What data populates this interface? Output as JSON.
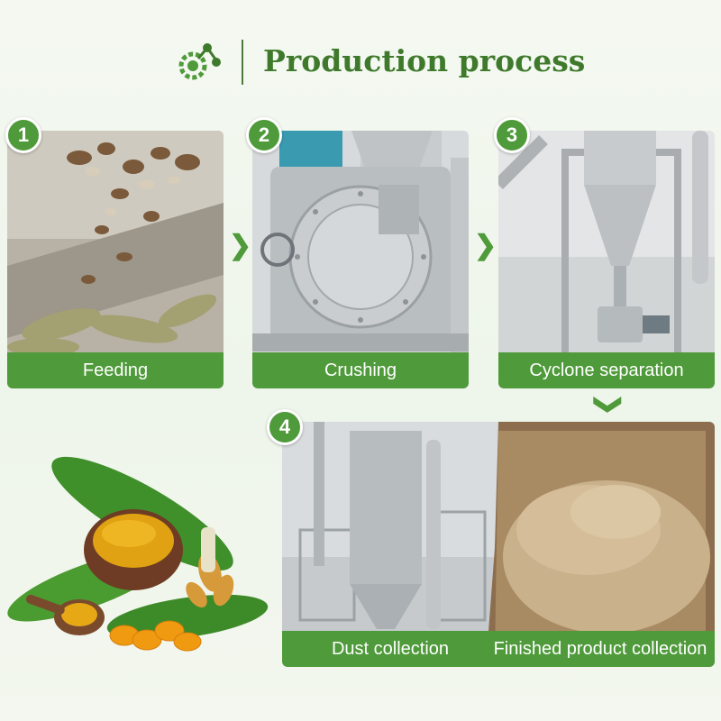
{
  "header": {
    "title": "Production process",
    "icon": "gear-network-icon"
  },
  "steps": [
    {
      "number": "1",
      "label": "Feeding"
    },
    {
      "number": "2",
      "label": "Crushing"
    },
    {
      "number": "3",
      "label": "Cyclone separation"
    },
    {
      "number": "4",
      "labels": [
        "Dust collection",
        "Finished product collection"
      ]
    }
  ],
  "arrows": {
    "icon": "chevron-icon",
    "glyph": "❯"
  },
  "colors": {
    "brand_green": "#4f9a3a",
    "title_green": "#3f7a2c",
    "label_text": "#ffffff"
  }
}
